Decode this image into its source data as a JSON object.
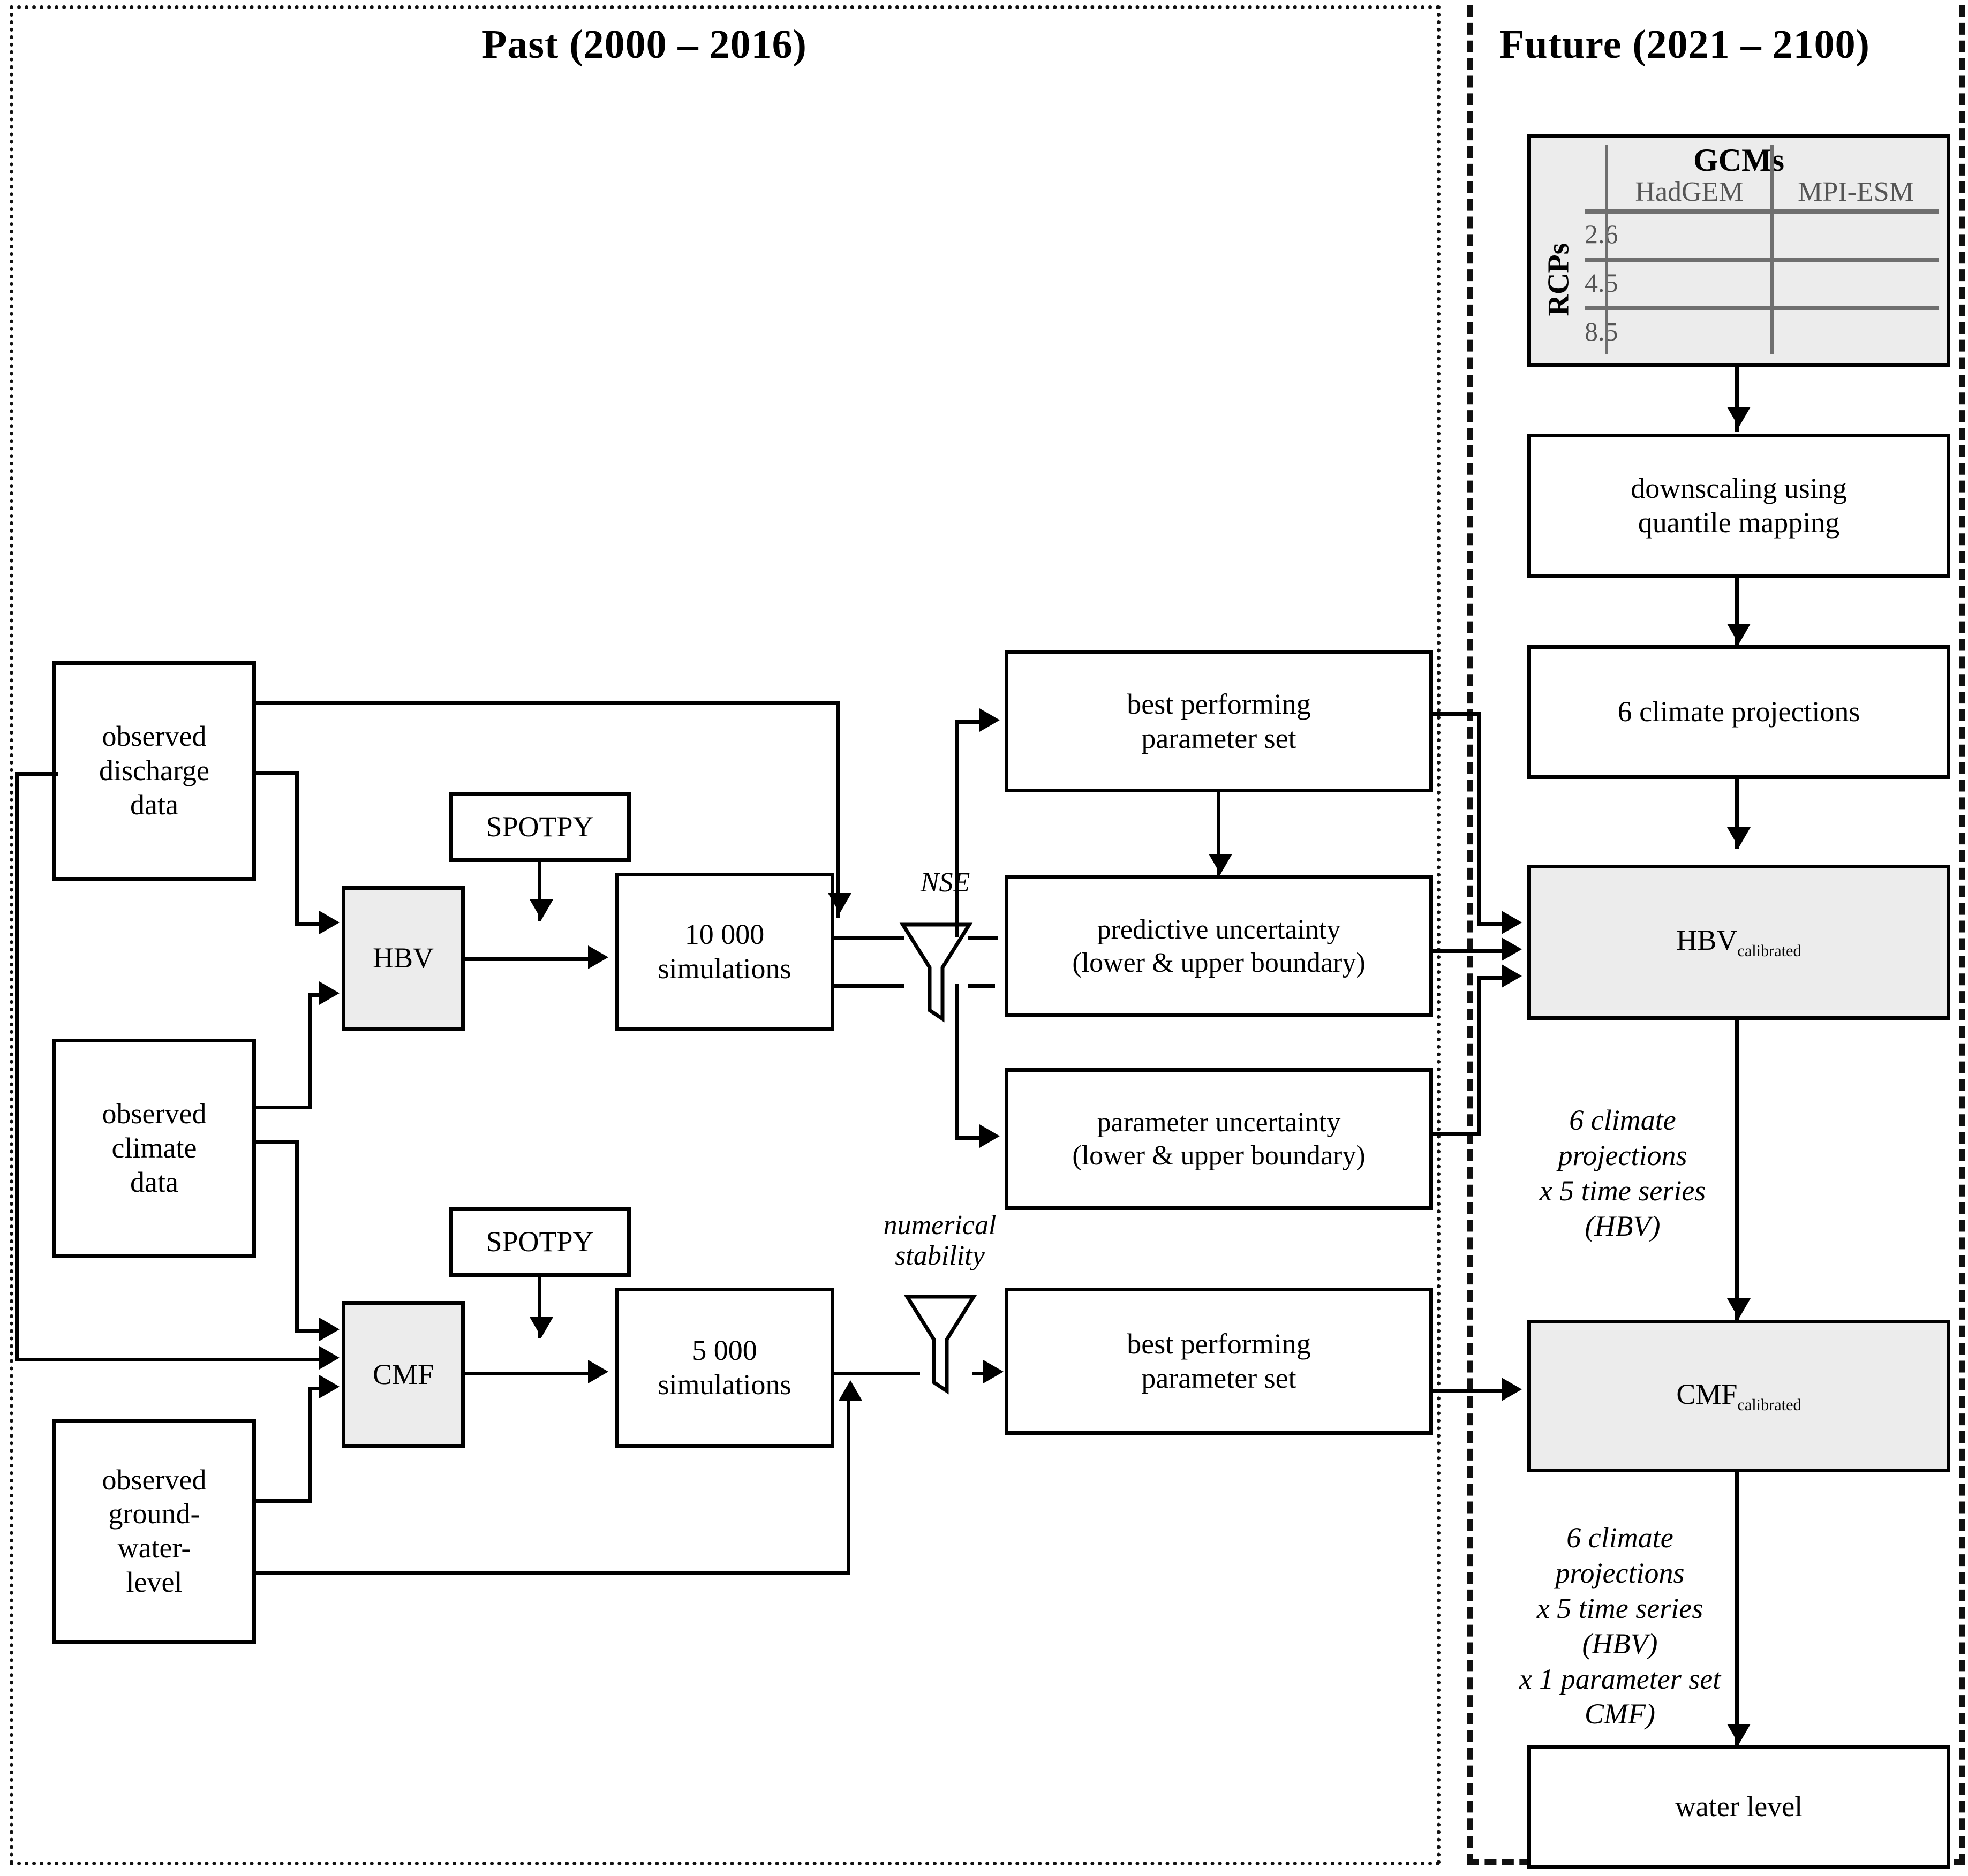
{
  "panels": {
    "past": {
      "title": "Past (2000 – 2016)"
    },
    "future": {
      "title": "Future (2021 – 2100)"
    }
  },
  "gcm_table": {
    "title": "GCMs",
    "row_axis_label": "RCPs",
    "columns": [
      "HadGEM",
      "MPI-ESM"
    ],
    "rows": [
      "2.6",
      "4.5",
      "8.5"
    ]
  },
  "past_boxes": {
    "observed_discharge": "observed\ndischarge\ndata",
    "observed_climate": "observed\nclimate\ndata",
    "observed_groundwater": "observed\nground-\nwater-\nlevel",
    "spotpy_top": "SPOTPY",
    "spotpy_bottom": "SPOTPY",
    "hbv": "HBV",
    "cmf": "CMF",
    "sims_hbv": "10 000\nsimulations",
    "sims_cmf": "5 000\nsimulations",
    "best_param_hbv": "best performing\nparameter set",
    "predictive_uncertainty": "predictive uncertainty\n(lower & upper boundary)",
    "parameter_uncertainty": "parameter uncertainty\n(lower & upper boundary)",
    "best_param_cmf": "best performing\nparameter set"
  },
  "filters": {
    "nse": "NSE",
    "numerical_stability": "numerical\nstability"
  },
  "future_boxes": {
    "downscaling": "downscaling using\nquantile mapping",
    "projections": "6 climate projections",
    "hbv_calibrated_main": "HBV",
    "hbv_calibrated_sub": "calibrated",
    "cmf_calibrated_main": "CMF",
    "cmf_calibrated_sub": "calibrated",
    "water_level": "water level"
  },
  "annotations": {
    "hbv_to_cmf": "6 climate projections\nx 5 time series (HBV)",
    "cmf_to_waterlevel": "6 climate projections\nx 5 time series (HBV)\nx 1 parameter set CMF)"
  },
  "colors": {
    "shaded_fill": "#ececec",
    "line": "#000000",
    "table_rule": "#6f6f6f",
    "table_text": "#555555"
  }
}
